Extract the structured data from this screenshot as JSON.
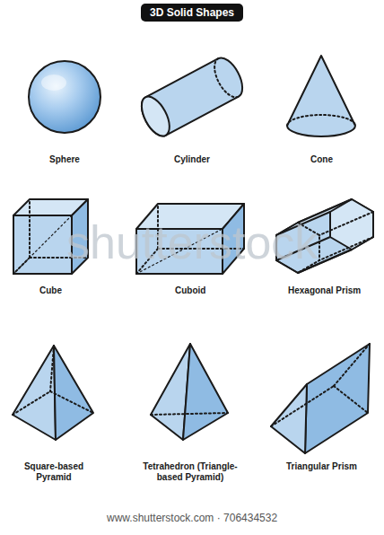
{
  "diagram": {
    "title": "3D Solid Shapes",
    "labels": [
      "Sphere",
      "Cylinder",
      "Cone",
      "Cube",
      "Cuboid",
      "Hexagonal Prism",
      "Square-based Pyramid",
      "Tetrahedron (Triangle-based Pyramid)",
      "Triangular Prism",
      "shutterstock",
      "www.shutterstock.com · 706434532"
    ]
  }
}
